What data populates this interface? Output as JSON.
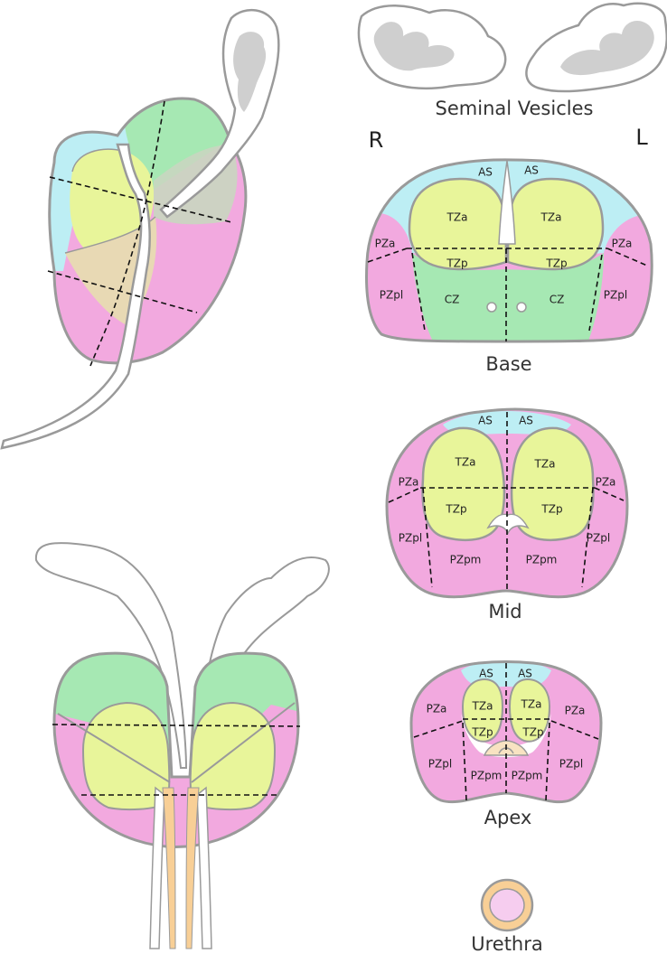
{
  "labels": {
    "seminal_vesicles": "Seminal Vesicles",
    "right": "R",
    "left": "L",
    "base": "Base",
    "mid": "Mid",
    "apex": "Apex",
    "urethra": "Urethra"
  },
  "zones": {
    "as": "AS",
    "tza": "TZa",
    "tzp": "TZp",
    "pza": "PZa",
    "pzpl": "PZpl",
    "pzpm": "PZpm",
    "cz": "CZ"
  },
  "colors": {
    "anterior_stroma": "#bdeef4",
    "transition_zone": "#e8f59a",
    "peripheral_zone": "#f2a9df",
    "central_zone": "#a6e8b3",
    "ejaculatory_duct": "#f8cf96",
    "outline": "#9a9a9a",
    "seminal_vesicle_inner": "#cfcfcf"
  }
}
